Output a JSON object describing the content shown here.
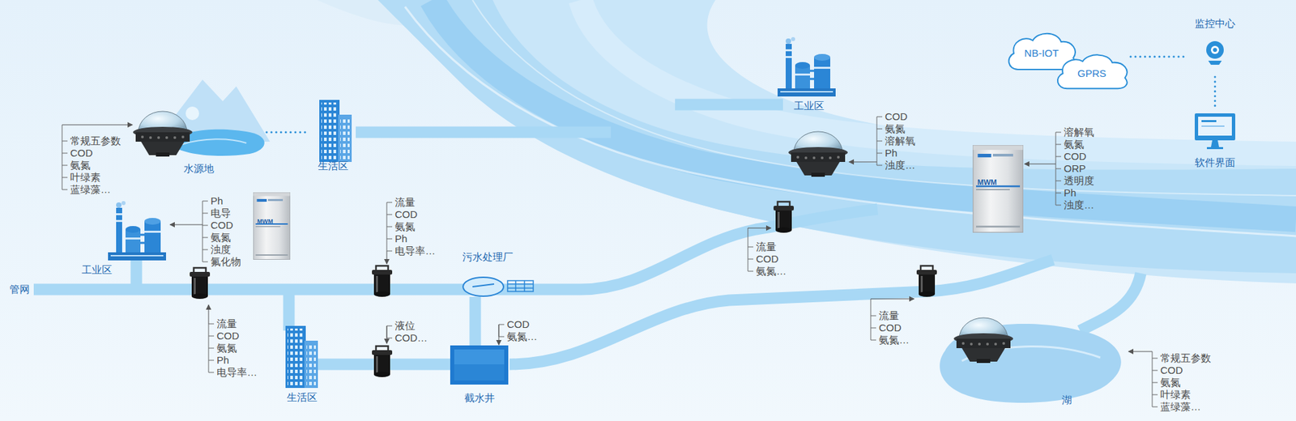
{
  "diagram": {
    "nodes": [
      {
        "text": [
          "水源地"
        ]
      },
      {
        "text": [
          "生活区"
        ]
      },
      {
        "text": [
          "工业区"
        ]
      },
      {
        "text": [
          "NB-IOT"
        ]
      },
      {
        "text": [
          "GPRS"
        ]
      },
      {
        "text": [
          "监控中心"
        ]
      },
      {
        "text": [
          "软件界面"
        ]
      },
      {
        "text": [
          "工业区"
        ]
      },
      {
        "text": [
          "污水处理厂"
        ]
      },
      {
        "text": [
          "生活区"
        ]
      },
      {
        "text": [
          "截水井"
        ]
      },
      {
        "text": [
          "湖"
        ]
      }
    ],
    "edges": [
      {
        "from": 0,
        "to": 1,
        "arrow": "none"
      },
      {
        "from": 4,
        "to": 5,
        "arrow": "none"
      },
      {
        "from": 5,
        "to": 6,
        "arrow": "none"
      }
    ],
    "labels": [
      "常规五参数",
      "COD",
      "氨氮",
      "叶绿素",
      "蓝绿藻…",
      "Ph",
      "电导",
      "COD",
      "氨氮",
      "浊度",
      "氟化物",
      "流量",
      "COD",
      "氨氮",
      "Ph",
      "电导率…",
      "流量",
      "COD",
      "氨氮",
      "Ph",
      "电导率…",
      "液位",
      "COD…",
      "COD",
      "氨氮…",
      "流量",
      "COD",
      "氨氮…",
      "COD",
      "氨氮",
      "溶解氧",
      "Ph",
      "浊度…",
      "溶解氧",
      "氨氮",
      "COD",
      "ORP",
      "透明度",
      "Ph",
      "浊度…",
      "流量",
      "COD",
      "氨氮…",
      "常规五参数",
      "COD",
      "氨氮",
      "叶绿素",
      "蓝绿藻…",
      "管网",
      "MWM",
      "MWM"
    ]
  }
}
